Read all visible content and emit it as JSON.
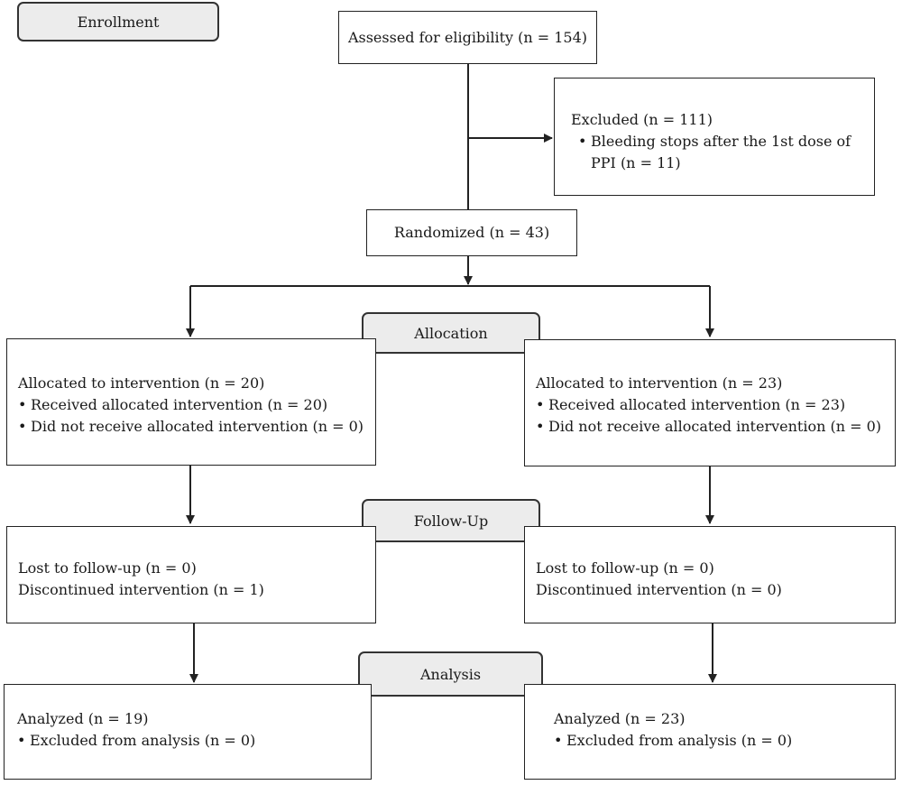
{
  "stages": {
    "enrollment": "Enrollment",
    "allocation": "Allocation",
    "follow_up": "Follow-Up",
    "analysis": "Analysis"
  },
  "assessed": "Assessed for eligibility (n = 154)",
  "excluded": {
    "title": "Excluded (n = 111)",
    "items": [
      "Bleeding stops after the 1st dose of PPI (n = 11)"
    ]
  },
  "randomized": "Randomized (n = 43)",
  "allocation": {
    "left": {
      "title": "Allocated to intervention (n = 20)",
      "items": [
        "Received allocated intervention (n = 20)",
        "Did not receive allocated intervention (n = 0)"
      ]
    },
    "right": {
      "title": "Allocated to intervention (n = 23)",
      "items": [
        "Received allocated intervention (n = 23)",
        "Did not receive allocated intervention (n = 0)"
      ]
    }
  },
  "follow_up": {
    "left": [
      "Lost to follow-up (n = 0)",
      "Discontinued intervention (n = 1)"
    ],
    "right": [
      "Lost to follow-up (n = 0)",
      "Discontinued intervention (n = 0)"
    ]
  },
  "analysis": {
    "left": {
      "title": "Analyzed (n = 19)",
      "items": [
        "Excluded from analysis (n = 0)"
      ]
    },
    "right": {
      "title": "Analyzed (n = 23)",
      "items": [
        "Excluded from analysis (n = 0)"
      ]
    }
  }
}
